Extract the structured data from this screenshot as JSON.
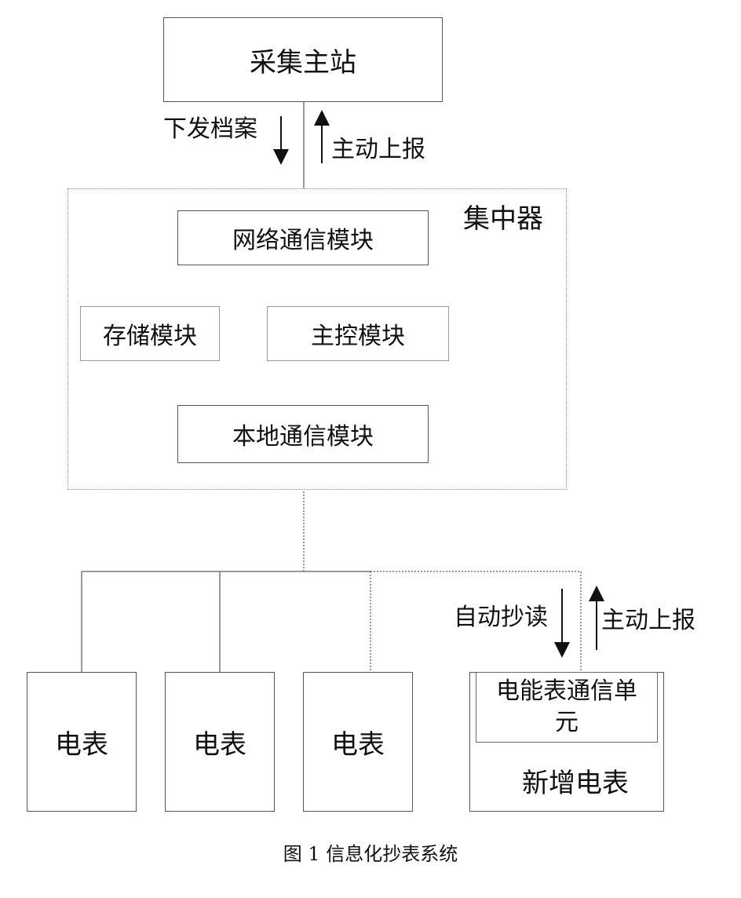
{
  "station": {
    "label": "采集主站"
  },
  "downlink": {
    "label": "下发档案"
  },
  "uplink_top": {
    "label": "主动上报"
  },
  "concentrator": {
    "label": "集中器",
    "network_module": "网络通信模块",
    "storage_module": "存储模块",
    "main_control_module": "主控模块",
    "local_module": "本地通信模块"
  },
  "meters": [
    {
      "label": "电表"
    },
    {
      "label": "电表"
    },
    {
      "label": "电表"
    }
  ],
  "auto_read": {
    "label": "自动抄读"
  },
  "uplink_bottom": {
    "label": "主动上报"
  },
  "new_meter": {
    "comm_unit_line1": "电能表通信单",
    "comm_unit_line2": "元",
    "label": "新增电表"
  },
  "caption": "图 1 信息化抄表系统",
  "colors": {
    "line": "#555555",
    "arrow": "#111111"
  }
}
